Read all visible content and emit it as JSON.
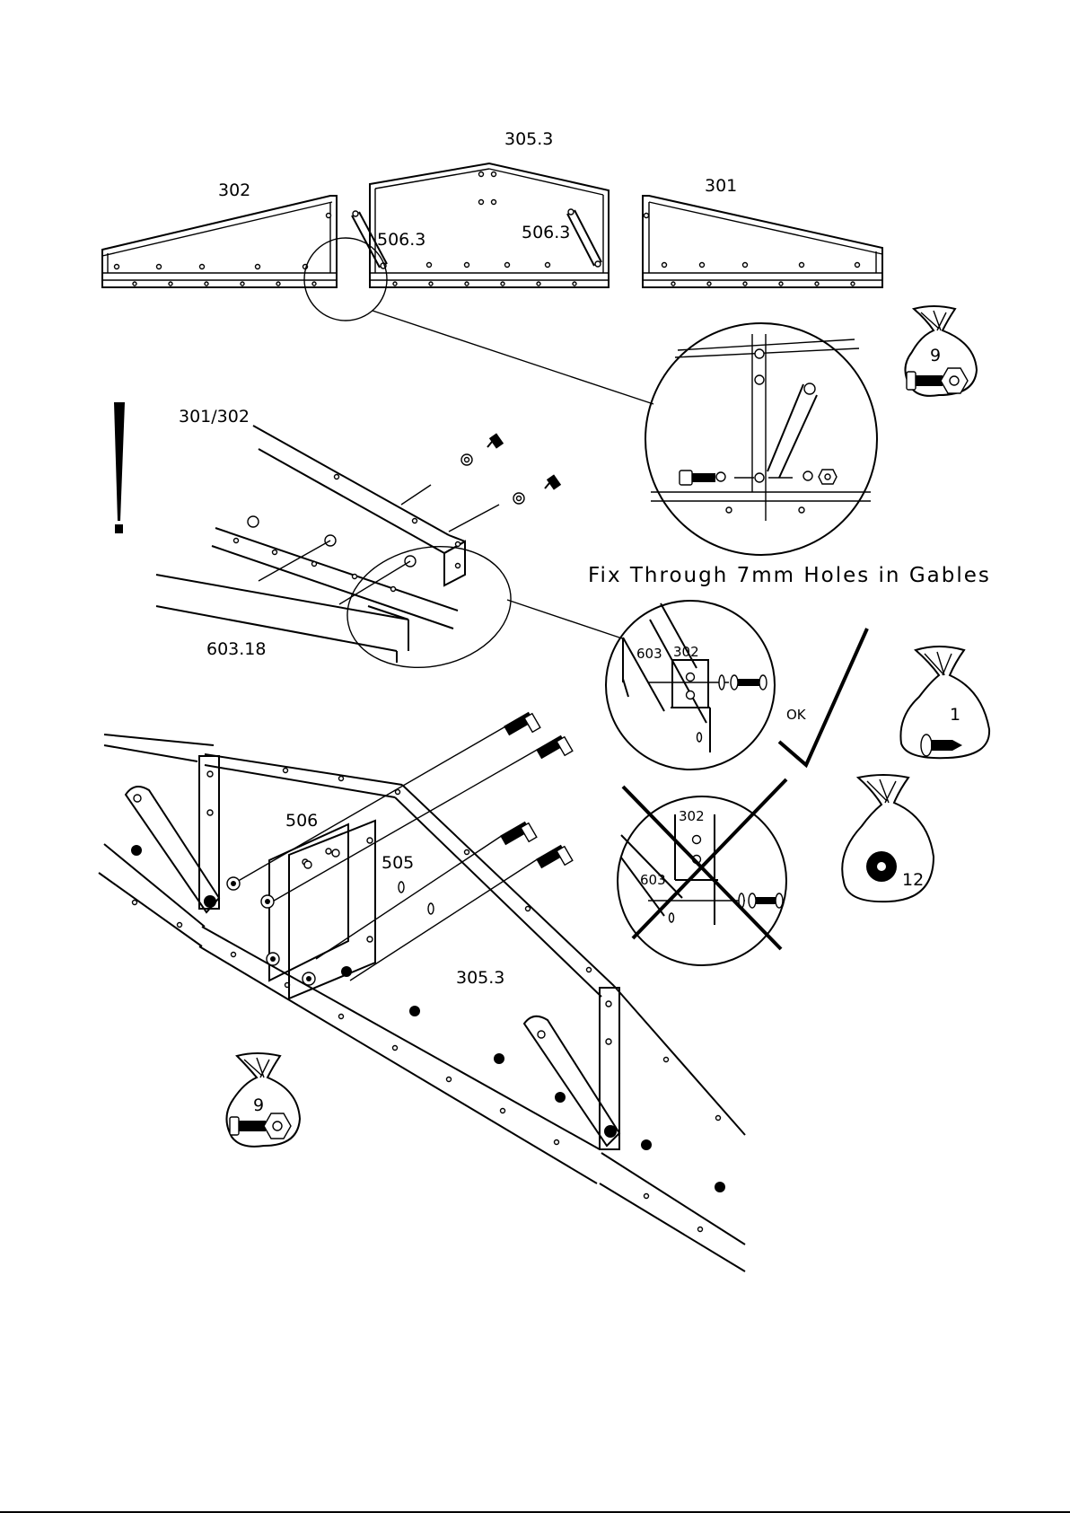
{
  "parts": {
    "top_left_gable": "302",
    "top_center_gable": "305.3",
    "top_right_gable": "301",
    "brace_left": "506.3",
    "brace_right": "506.3",
    "section_beam": "301/302",
    "section_rail": "603.18",
    "main_gable": "305.3",
    "bracket_506": "506",
    "bracket_505": "505"
  },
  "detail_ok": {
    "label_603": "603",
    "label_302": "302",
    "ok_label": "OK"
  },
  "detail_wrong": {
    "label_302": "302",
    "label_603": "603"
  },
  "note": "Fix Through 7mm Holes in Gables",
  "fixing_bags": {
    "bolt_nut_top": "9",
    "screw": "1",
    "washer": "12",
    "bolt_nut_bottom": "9"
  },
  "warning_symbol": "!"
}
